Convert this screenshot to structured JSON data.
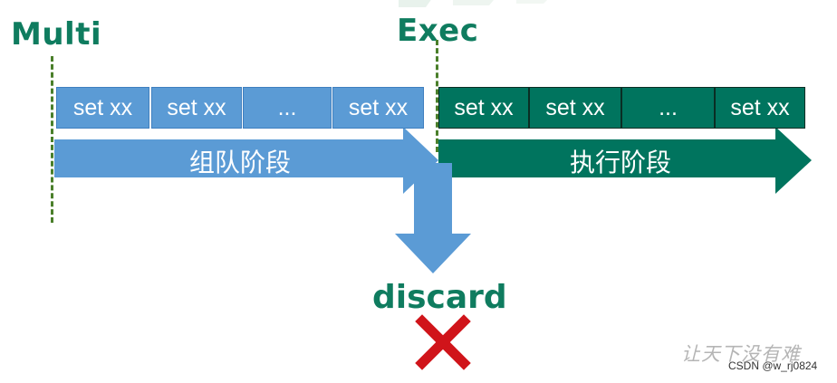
{
  "multi_label": "Multi",
  "exec_label": "Exec",
  "queue_commands": [
    "set xx",
    "set xx",
    "...",
    "set xx"
  ],
  "exec_commands": [
    "set xx",
    "set xx",
    "...",
    "set xx"
  ],
  "queue_phase_label": "组队阶段",
  "exec_phase_label": "执行阶段",
  "discard_label": "discard",
  "watermark_text": "让天下没有难",
  "credit_text": "CSDN @w_rj0824",
  "colors": {
    "blue": "#5b9bd5",
    "green": "#00745e",
    "heading_green": "#0f7c5f",
    "red_x": "#d0141a"
  }
}
